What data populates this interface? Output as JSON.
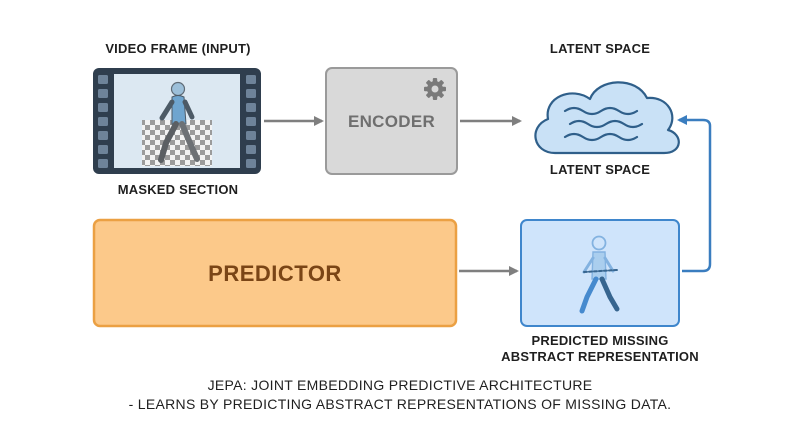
{
  "video_frame": {
    "title": "VIDEO FRAME (INPUT)",
    "masked_label": "MASKED SECTION"
  },
  "encoder": {
    "label": "ENCODER"
  },
  "latent_space": {
    "top_label": "LATENT SPACE",
    "bottom_label": "LATENT SPACE"
  },
  "predictor": {
    "label": "PREDICTOR"
  },
  "predicted": {
    "line1": "PREDICTED MISSING",
    "line2": "ABSTRACT REPRESENTATION"
  },
  "caption": {
    "line1": "JEPA: JOINT EMBEDDING PREDICTIVE ARCHITECTURE",
    "line2": "- LEARNS BY PREDICTING ABSTRACT REPRESENTATIONS OF MISSING DATA."
  },
  "colors": {
    "film_border": "#2f3e4e",
    "film_fill": "#dce8f2",
    "encoder_fill": "#d9d9d9",
    "encoder_border": "#9a9a9a",
    "cloud_fill": "#c9e1f6",
    "cloud_border": "#2f5f8a",
    "predictor_fill": "#fcc98a",
    "predictor_border": "#eba043",
    "predictor_text": "#7a4516",
    "predicted_fill": "#cfe4fb",
    "predicted_border": "#3f86cc",
    "arrow_gray": "#7f7f7f",
    "arrow_blue": "#3a7dbf"
  },
  "icons": [
    "film-strip-icon",
    "walking-person-icon",
    "gear-icon",
    "cloud-icon",
    "wave-icon"
  ]
}
